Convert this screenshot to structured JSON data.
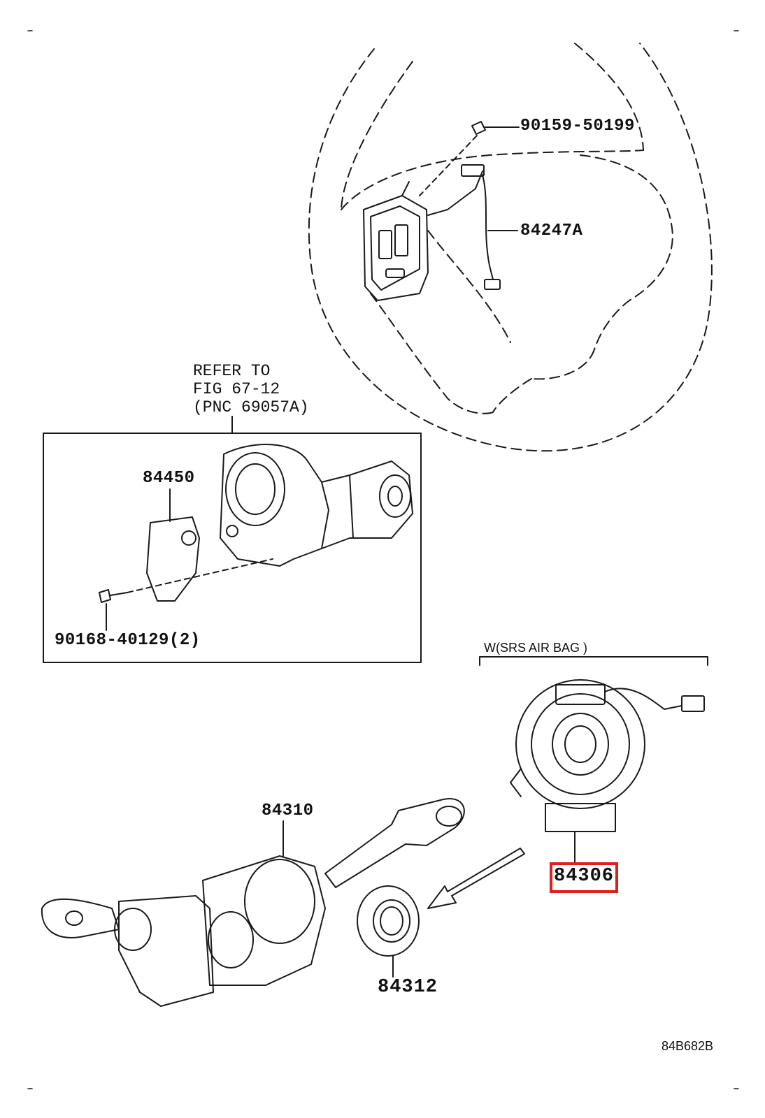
{
  "parts": {
    "p90159": "90159-50199",
    "p84247A": "84247A",
    "p84450": "84450",
    "p90168": "90168-40129(2)",
    "p84310": "84310",
    "p84312": "84312",
    "p84306": "84306"
  },
  "refer": {
    "line1": "REFER TO",
    "line2": "FIG 67-12",
    "line3": "(PNC 69057A)"
  },
  "variant_label": "W(SRS AIR BAG )",
  "diagram_code": "84B682B",
  "highlight": {
    "part": "84306",
    "color": "#e21d1d"
  }
}
